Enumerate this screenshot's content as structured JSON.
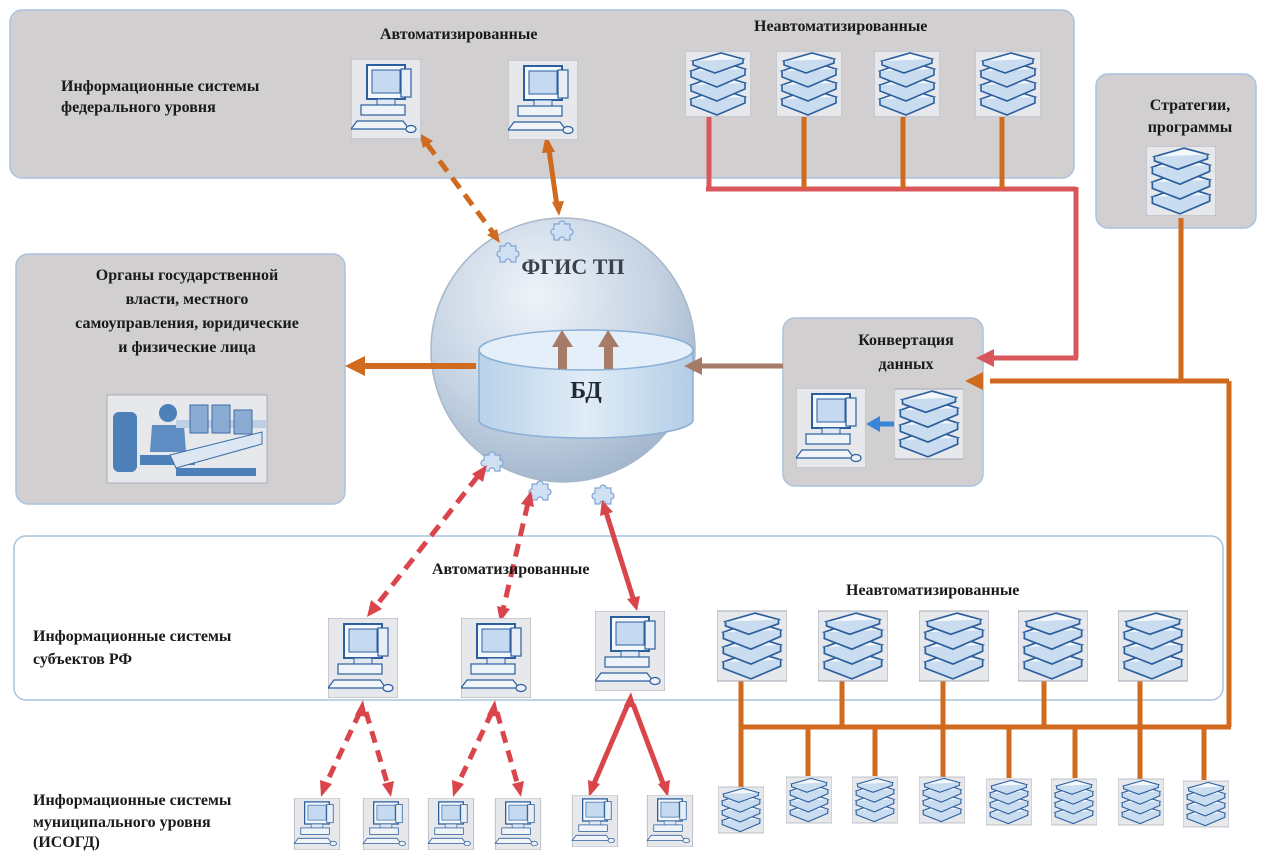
{
  "federal": {
    "title_line1": "Информационные системы",
    "title_line2": "федерального уровня",
    "automated": "Автоматизированные",
    "non_automated": "Неавтоматизированные"
  },
  "strategies": {
    "line1": "Стратегии,",
    "line2": "программы"
  },
  "authorities": {
    "line1": "Органы государственной",
    "line2": "власти, местного",
    "line3": "самоуправления, юридические",
    "line4": "и физические лица"
  },
  "center": {
    "title": "ФГИС ТП",
    "db": "БД"
  },
  "conversion": {
    "line1": "Конвертация",
    "line2": "данных"
  },
  "subjects": {
    "title_line1": "Информационные системы",
    "title_line2": "субъектов РФ",
    "automated": "Автоматизированные",
    "non_automated": "Неавтоматизированные"
  },
  "municipal": {
    "line1": "Информационные системы",
    "line2": "муниципального уровня",
    "line3": "(ИСОГД)"
  },
  "colors": {
    "panel_fill": "#d1cfd0",
    "panel_stroke": "#a9c4de",
    "red_line": "#d9575b",
    "orange_line": "#cf6a1e",
    "brown_arrow": "#a67b68",
    "dashed_red": "#d9454a",
    "blue_arrow": "#3b84d8",
    "sphere": "#b9c9dc"
  }
}
